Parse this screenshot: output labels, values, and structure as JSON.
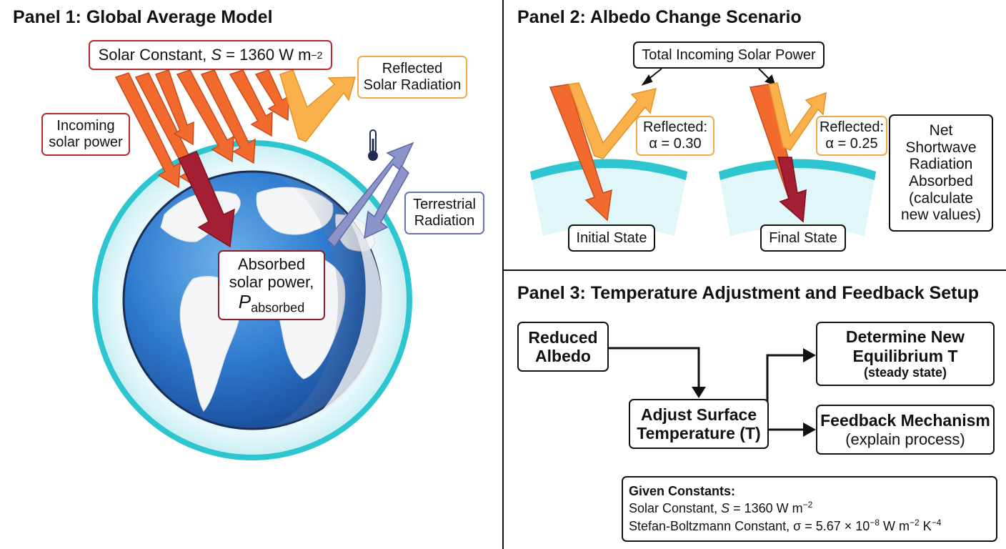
{
  "panel1": {
    "title": "Panel 1: Global Average Model",
    "solar_constant_prefix": "Solar Constant, ",
    "solar_constant_symbol": "S",
    "solar_constant_value": " = 1360 W m",
    "solar_constant_exp": "−2",
    "incoming_line1": "Incoming",
    "incoming_line2": "solar power",
    "reflected_line1": "Reflected",
    "reflected_line2": "Solar Radiation",
    "terrestrial_line1": "Terrestrial",
    "terrestrial_line2": "Radiation",
    "absorbed_line1": "Absorbed",
    "absorbed_line2": "solar power,",
    "absorbed_symbol": "P",
    "absorbed_subscript": "absorbed",
    "thermometer_icon": "thermometer-icon"
  },
  "panel2": {
    "title": "Panel 2: Albedo Change Scenario",
    "total_incoming": "Total Incoming Solar Power",
    "reflected_label": "Reflected:",
    "initial_albedo": "α = 0.30",
    "final_albedo": "α = 0.25",
    "initial_state": "Initial State",
    "final_state": "Final State",
    "net_line1": "Net",
    "net_line2": "Shortwave",
    "net_line3": "Radiation",
    "net_line4": "Absorbed",
    "net_line5": "(calculate",
    "net_line6": "new values)"
  },
  "panel3": {
    "title": "Panel 3: Temperature Adjustment and Feedback Setup",
    "reduced_line1": "Reduced",
    "reduced_line2": "Albedo",
    "adjust_line1": "Adjust Surface",
    "adjust_line2": "Temperature (T)",
    "determine_line1": "Determine New",
    "determine_line2": "Equilibrium T",
    "determine_line3": "(steady state)",
    "feedback_line1": "Feedback Mechanism",
    "feedback_line2": "(explain process)",
    "given_title": "Given Constants:",
    "given_solar_prefix": "Solar Constant, ",
    "given_solar_symbol": "S",
    "given_solar_value": " = 1360 W m",
    "given_solar_exp": "−2",
    "given_sb_prefix": "Stefan-Boltzmann Constant, σ = 5.67 × 10",
    "given_sb_exp1": "−8",
    "given_sb_mid": " W m",
    "given_sb_exp2": "−2",
    "given_sb_mid2": " K",
    "given_sb_exp3": "−4"
  },
  "colors": {
    "incoming_orange": "#f26a2e",
    "reflected_yellow": "#fbb14b",
    "absorbed_red": "#a41e34",
    "terrestrial_purple": "#8b93c9",
    "atmosphere_teal": "#2cc5d0",
    "ocean_blue": "#2e6fc3"
  }
}
